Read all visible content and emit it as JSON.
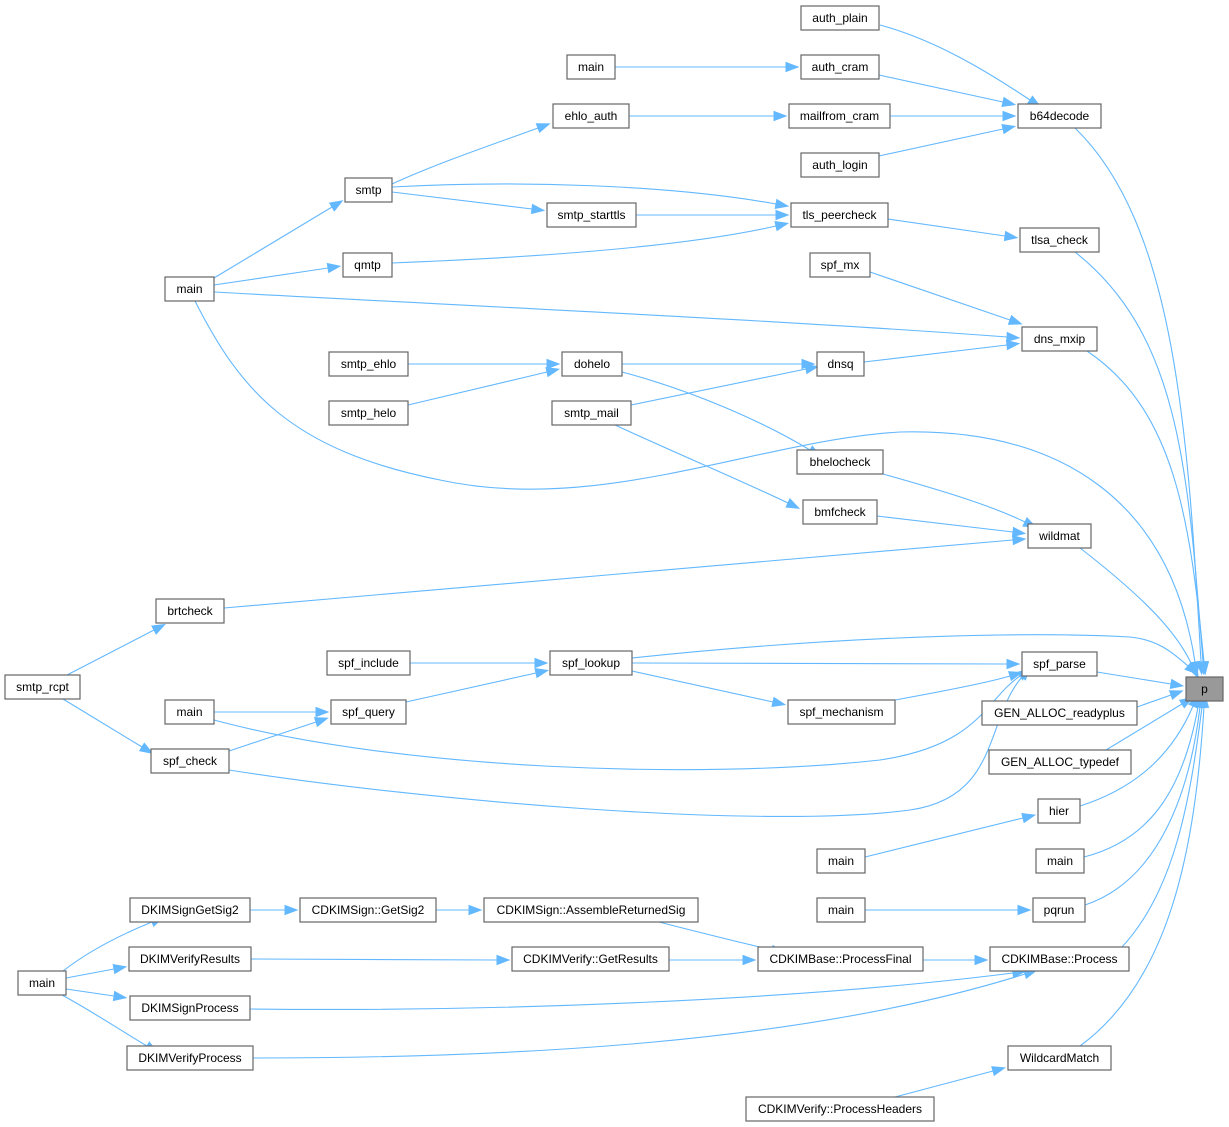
{
  "graph": {
    "edge_color": "#63b8ff",
    "node_border_color": "#666666",
    "target_node_fill": "#999999",
    "nodes": [
      {
        "id": "auth_plain",
        "label": "auth_plain"
      },
      {
        "id": "main_a",
        "label": "main"
      },
      {
        "id": "auth_cram",
        "label": "auth_cram"
      },
      {
        "id": "ehlo_auth",
        "label": "ehlo_auth"
      },
      {
        "id": "mailfrom_cram",
        "label": "mailfrom_cram"
      },
      {
        "id": "b64decode",
        "label": "b64decode"
      },
      {
        "id": "auth_login",
        "label": "auth_login"
      },
      {
        "id": "smtp",
        "label": "smtp"
      },
      {
        "id": "smtp_starttls",
        "label": "smtp_starttls"
      },
      {
        "id": "tls_peercheck",
        "label": "tls_peercheck"
      },
      {
        "id": "tlsa_check",
        "label": "tlsa_check"
      },
      {
        "id": "qmtp",
        "label": "qmtp"
      },
      {
        "id": "spf_mx",
        "label": "spf_mx"
      },
      {
        "id": "main_b",
        "label": "main"
      },
      {
        "id": "dns_mxip",
        "label": "dns_mxip"
      },
      {
        "id": "smtp_ehlo",
        "label": "smtp_ehlo"
      },
      {
        "id": "dohelo",
        "label": "dohelo"
      },
      {
        "id": "dnsq",
        "label": "dnsq"
      },
      {
        "id": "smtp_helo",
        "label": "smtp_helo"
      },
      {
        "id": "smtp_mail",
        "label": "smtp_mail"
      },
      {
        "id": "bhelocheck",
        "label": "bhelocheck"
      },
      {
        "id": "bmfcheck",
        "label": "bmfcheck"
      },
      {
        "id": "wildmat",
        "label": "wildmat"
      },
      {
        "id": "brtcheck",
        "label": "brtcheck"
      },
      {
        "id": "smtp_rcpt",
        "label": "smtp_rcpt"
      },
      {
        "id": "spf_include",
        "label": "spf_include"
      },
      {
        "id": "spf_lookup",
        "label": "spf_lookup"
      },
      {
        "id": "spf_parse",
        "label": "spf_parse"
      },
      {
        "id": "p",
        "label": "p",
        "target": true
      },
      {
        "id": "main_c",
        "label": "main"
      },
      {
        "id": "spf_query",
        "label": "spf_query"
      },
      {
        "id": "spf_mechanism",
        "label": "spf_mechanism"
      },
      {
        "id": "gen_readyplus",
        "label": "GEN_ALLOC_readyplus"
      },
      {
        "id": "spf_check",
        "label": "spf_check"
      },
      {
        "id": "gen_typedef",
        "label": "GEN_ALLOC_typedef"
      },
      {
        "id": "hier",
        "label": "hier"
      },
      {
        "id": "main_d",
        "label": "main"
      },
      {
        "id": "main_e",
        "label": "main"
      },
      {
        "id": "dkim_signgetsig2",
        "label": "DKIMSignGetSig2"
      },
      {
        "id": "cdkimsign_getsig2",
        "label": "CDKIMSign::GetSig2"
      },
      {
        "id": "cdkimsign_assemble",
        "label": "CDKIMSign::AssembleReturnedSig"
      },
      {
        "id": "main_f",
        "label": "main"
      },
      {
        "id": "pqrun",
        "label": "pqrun"
      },
      {
        "id": "dkim_verifyresults",
        "label": "DKIMVerifyResults"
      },
      {
        "id": "cdkimverify_getresults",
        "label": "CDKIMVerify::GetResults"
      },
      {
        "id": "cdkimbase_processfinal",
        "label": "CDKIMBase::ProcessFinal"
      },
      {
        "id": "cdkimbase_process",
        "label": "CDKIMBase::Process"
      },
      {
        "id": "main_g",
        "label": "main"
      },
      {
        "id": "dkim_signprocess",
        "label": "DKIMSignProcess"
      },
      {
        "id": "dkim_verifyprocess",
        "label": "DKIMVerifyProcess"
      },
      {
        "id": "wildcardmatch",
        "label": "WildcardMatch"
      },
      {
        "id": "cdkimverify_processheaders",
        "label": "CDKIMVerify::ProcessHeaders"
      }
    ],
    "edges": [
      {
        "from": "auth_plain",
        "to": "b64decode"
      },
      {
        "from": "main_a",
        "to": "auth_cram"
      },
      {
        "from": "auth_cram",
        "to": "b64decode"
      },
      {
        "from": "ehlo_auth",
        "to": "mailfrom_cram"
      },
      {
        "from": "mailfrom_cram",
        "to": "b64decode"
      },
      {
        "from": "auth_login",
        "to": "b64decode"
      },
      {
        "from": "b64decode",
        "to": "p"
      },
      {
        "from": "smtp",
        "to": "ehlo_auth"
      },
      {
        "from": "smtp",
        "to": "smtp_starttls"
      },
      {
        "from": "smtp",
        "to": "tls_peercheck"
      },
      {
        "from": "smtp_starttls",
        "to": "tls_peercheck"
      },
      {
        "from": "qmtp",
        "to": "tls_peercheck"
      },
      {
        "from": "tls_peercheck",
        "to": "tlsa_check"
      },
      {
        "from": "tlsa_check",
        "to": "p"
      },
      {
        "from": "main_b",
        "to": "smtp"
      },
      {
        "from": "main_b",
        "to": "qmtp"
      },
      {
        "from": "main_b",
        "to": "dns_mxip"
      },
      {
        "from": "main_b",
        "to": "p"
      },
      {
        "from": "spf_mx",
        "to": "dns_mxip"
      },
      {
        "from": "dns_mxip",
        "to": "p"
      },
      {
        "from": "dnsq",
        "to": "dns_mxip"
      },
      {
        "from": "smtp_ehlo",
        "to": "dohelo"
      },
      {
        "from": "smtp_helo",
        "to": "dohelo"
      },
      {
        "from": "dohelo",
        "to": "dnsq"
      },
      {
        "from": "smtp_mail",
        "to": "dnsq"
      },
      {
        "from": "dohelo",
        "to": "bhelocheck"
      },
      {
        "from": "smtp_mail",
        "to": "bmfcheck"
      },
      {
        "from": "bhelocheck",
        "to": "wildmat"
      },
      {
        "from": "bmfcheck",
        "to": "wildmat"
      },
      {
        "from": "brtcheck",
        "to": "wildmat"
      },
      {
        "from": "wildmat",
        "to": "p"
      },
      {
        "from": "smtp_rcpt",
        "to": "brtcheck"
      },
      {
        "from": "smtp_rcpt",
        "to": "spf_check"
      },
      {
        "from": "spf_include",
        "to": "spf_lookup"
      },
      {
        "from": "spf_lookup",
        "to": "p"
      },
      {
        "from": "spf_lookup",
        "to": "spf_parse"
      },
      {
        "from": "spf_lookup",
        "to": "spf_mechanism"
      },
      {
        "from": "spf_mechanism",
        "to": "spf_parse"
      },
      {
        "from": "main_c",
        "to": "spf_query"
      },
      {
        "from": "main_c",
        "to": "spf_parse"
      },
      {
        "from": "spf_query",
        "to": "spf_lookup"
      },
      {
        "from": "spf_check",
        "to": "spf_query"
      },
      {
        "from": "spf_check",
        "to": "spf_parse"
      },
      {
        "from": "spf_parse",
        "to": "p"
      },
      {
        "from": "gen_readyplus",
        "to": "p"
      },
      {
        "from": "gen_typedef",
        "to": "p"
      },
      {
        "from": "main_d",
        "to": "hier"
      },
      {
        "from": "hier",
        "to": "p"
      },
      {
        "from": "main_e",
        "to": "p"
      },
      {
        "from": "main_f",
        "to": "pqrun"
      },
      {
        "from": "pqrun",
        "to": "p"
      },
      {
        "from": "main_g",
        "to": "dkim_signgetsig2"
      },
      {
        "from": "main_g",
        "to": "dkim_verifyresults"
      },
      {
        "from": "main_g",
        "to": "dkim_signprocess"
      },
      {
        "from": "main_g",
        "to": "dkim_verifyprocess"
      },
      {
        "from": "dkim_signgetsig2",
        "to": "cdkimsign_getsig2"
      },
      {
        "from": "cdkimsign_getsig2",
        "to": "cdkimsign_assemble"
      },
      {
        "from": "cdkimsign_assemble",
        "to": "cdkimbase_processfinal"
      },
      {
        "from": "dkim_verifyresults",
        "to": "cdkimverify_getresults"
      },
      {
        "from": "cdkimverify_getresults",
        "to": "cdkimbase_processfinal"
      },
      {
        "from": "cdkimbase_processfinal",
        "to": "cdkimbase_process"
      },
      {
        "from": "dkim_signprocess",
        "to": "cdkimbase_process"
      },
      {
        "from": "dkim_verifyprocess",
        "to": "cdkimbase_process"
      },
      {
        "from": "cdkimbase_process",
        "to": "p"
      },
      {
        "from": "cdkimverify_processheaders",
        "to": "wildcardmatch"
      },
      {
        "from": "wildcardmatch",
        "to": "p"
      }
    ]
  }
}
